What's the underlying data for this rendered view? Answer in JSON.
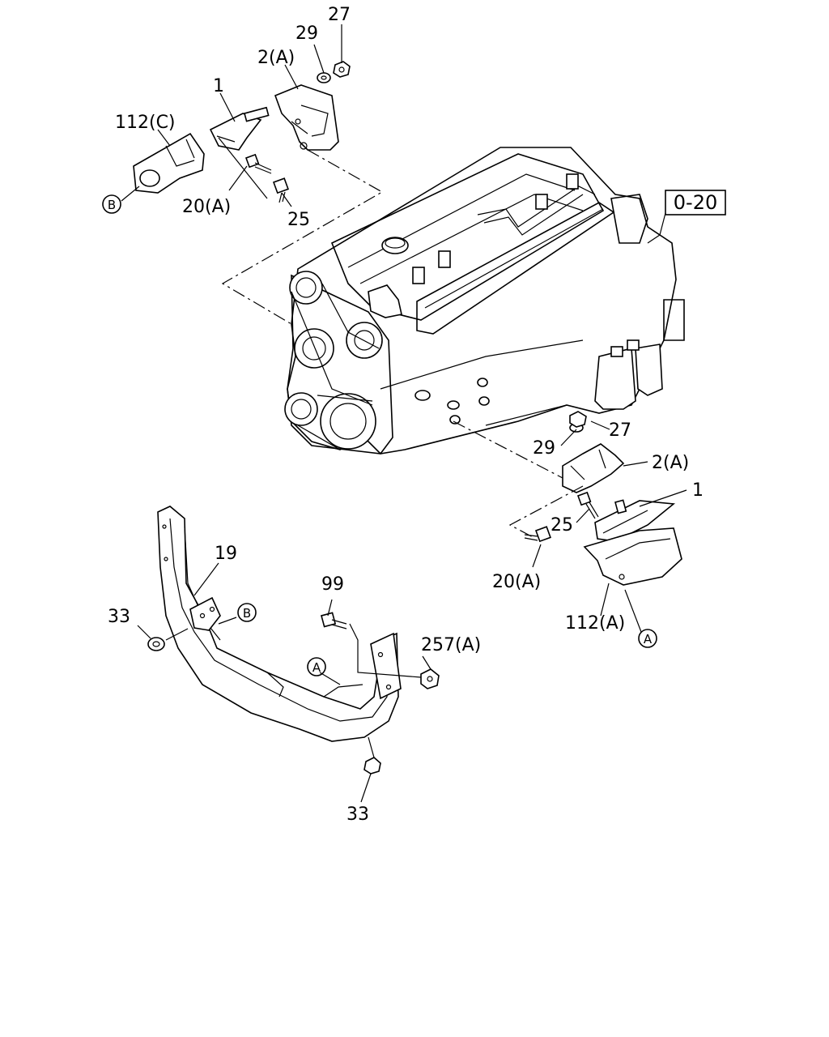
{
  "reference_box": "0-20",
  "callouts": {
    "top_27": "27",
    "top_29": "29",
    "top_2a": "2(A)",
    "top_1": "1",
    "top_112c": "112(C)",
    "top_20a": "20(A)",
    "top_25": "25",
    "mid_27": "27",
    "mid_29": "29",
    "mid_2a": "2(A)",
    "mid_1": "1",
    "mid_25": "25",
    "mid_20a": "20(A)",
    "mid_112a": "112(A)",
    "bot_19": "19",
    "bot_33_left": "33",
    "bot_99": "99",
    "bot_257a": "257(A)",
    "bot_33_bottom": "33"
  },
  "circled_markers": {
    "b_top": "B",
    "b_bracket": "B",
    "a_right": "A",
    "a_bracket": "A"
  }
}
